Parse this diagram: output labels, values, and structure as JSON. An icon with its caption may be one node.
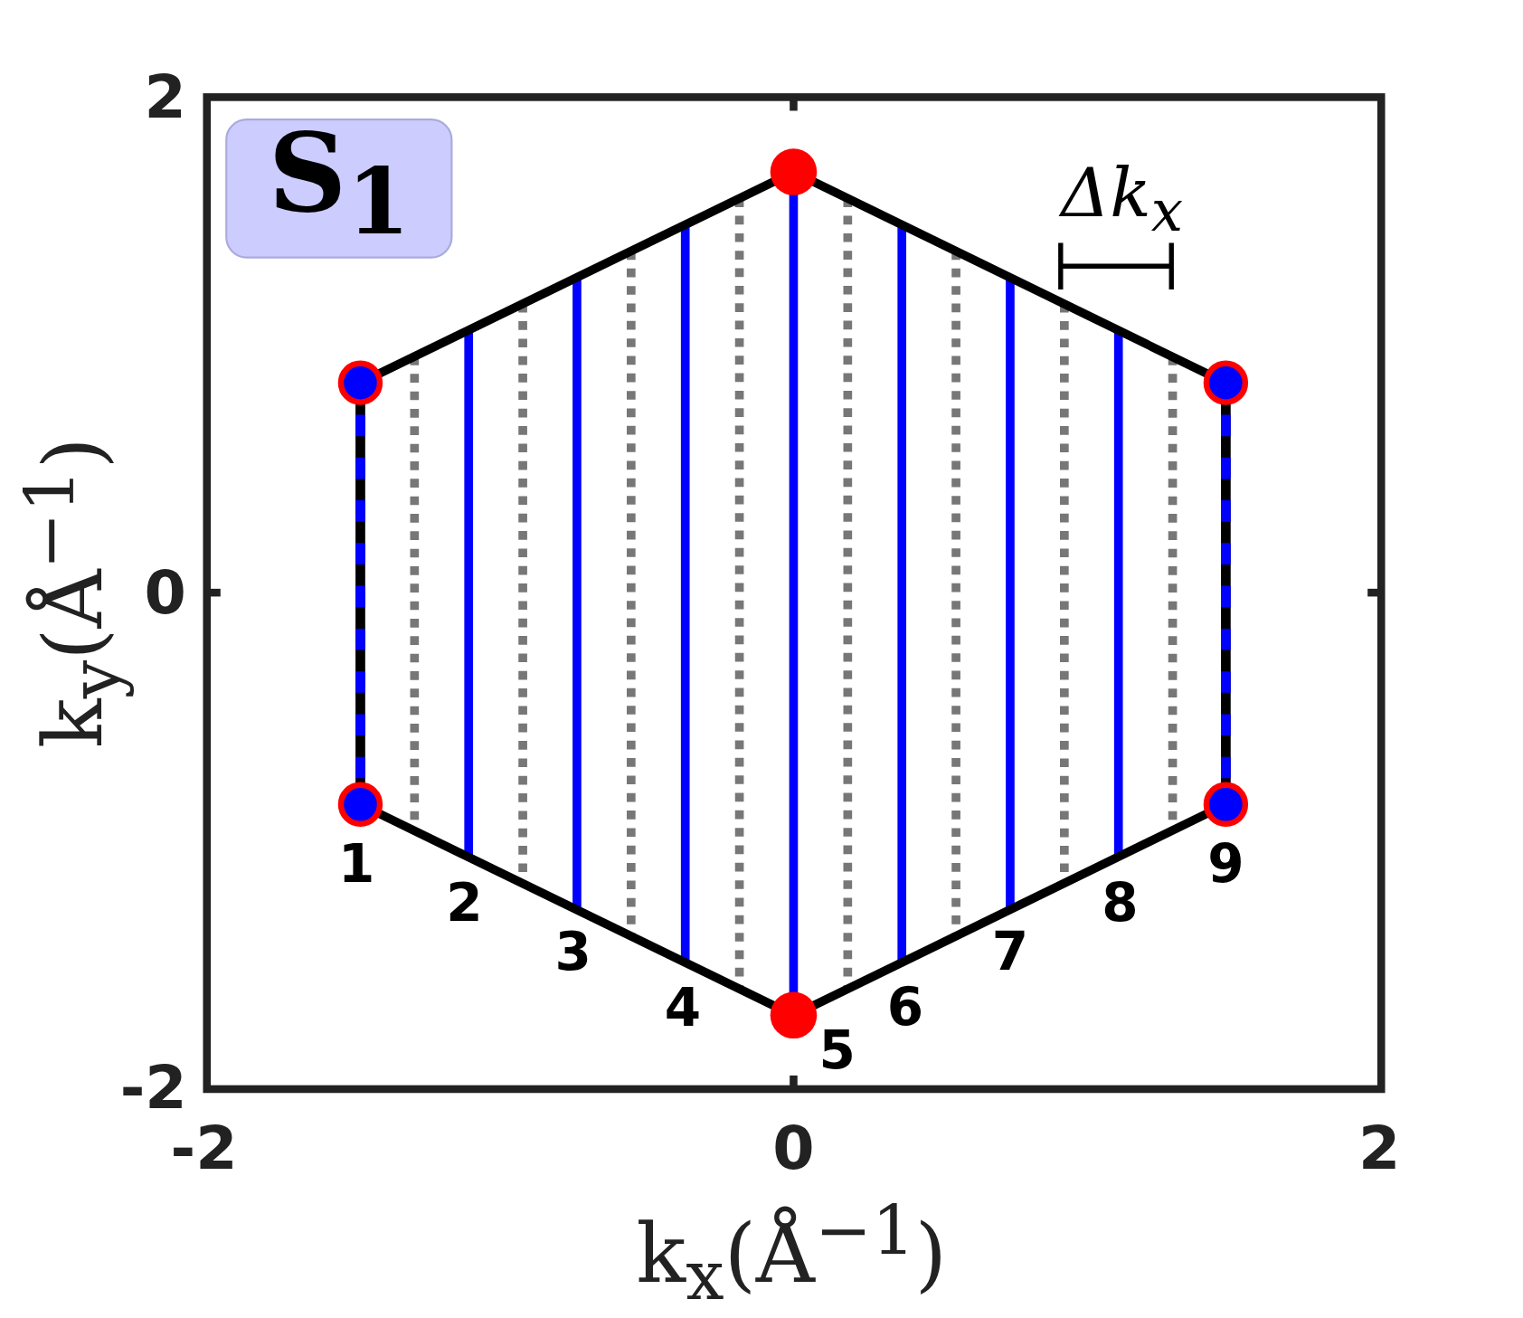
{
  "diagram": {
    "nodes": [
      {
        "text": [
          "S$_{1}$"
        ]
      }
    ],
    "labels": [
      "2",
      "0",
      "-2",
      "-2",
      "0",
      "2",
      "Δk$_{x}$",
      "1",
      "2",
      "3",
      "4",
      "5",
      "6",
      "7",
      "8",
      "9",
      "k$_{y}$(Å$^{−1}$)",
      "k$_{x}$(Å$^{−1}$)"
    ]
  }
}
